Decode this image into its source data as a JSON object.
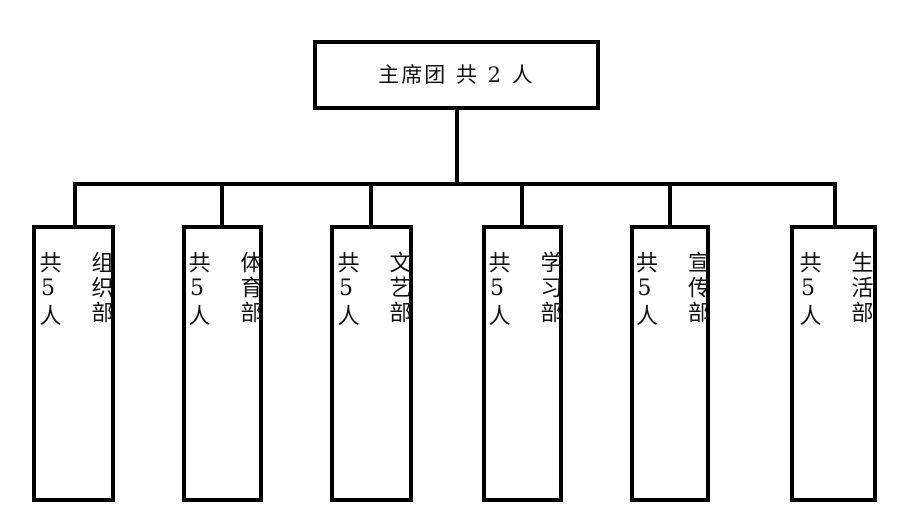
{
  "diagram": {
    "type": "organization-chart",
    "orientation": "top-down",
    "background_color": "#ffffff",
    "line_color": "#000000",
    "text_color": "#111111"
  },
  "root": {
    "name": "主席团",
    "count_label": "共 2 人",
    "full_label": "主席团  共 2 人",
    "count": 2
  },
  "departments": [
    {
      "name": "组织部",
      "count_label": "共5人",
      "count": 5,
      "vertical_text": "组织部\n\n共5人"
    },
    {
      "name": "体育部",
      "count_label": "共5人",
      "count": 5,
      "vertical_text": "体育部\n\n共5人"
    },
    {
      "name": "文艺部",
      "count_label": "共5人",
      "count": 5,
      "vertical_text": "文艺部\n\n共5人"
    },
    {
      "name": "学习部",
      "count_label": "共5人",
      "count": 5,
      "vertical_text": "学习部\n\n共5人"
    },
    {
      "name": "宣传部",
      "count_label": "共5人",
      "count": 5,
      "vertical_text": "宣传部\n\n共5人"
    },
    {
      "name": "生活部",
      "count_label": "共5人",
      "count": 5,
      "vertical_text": "生活部\n\n共5人"
    }
  ]
}
